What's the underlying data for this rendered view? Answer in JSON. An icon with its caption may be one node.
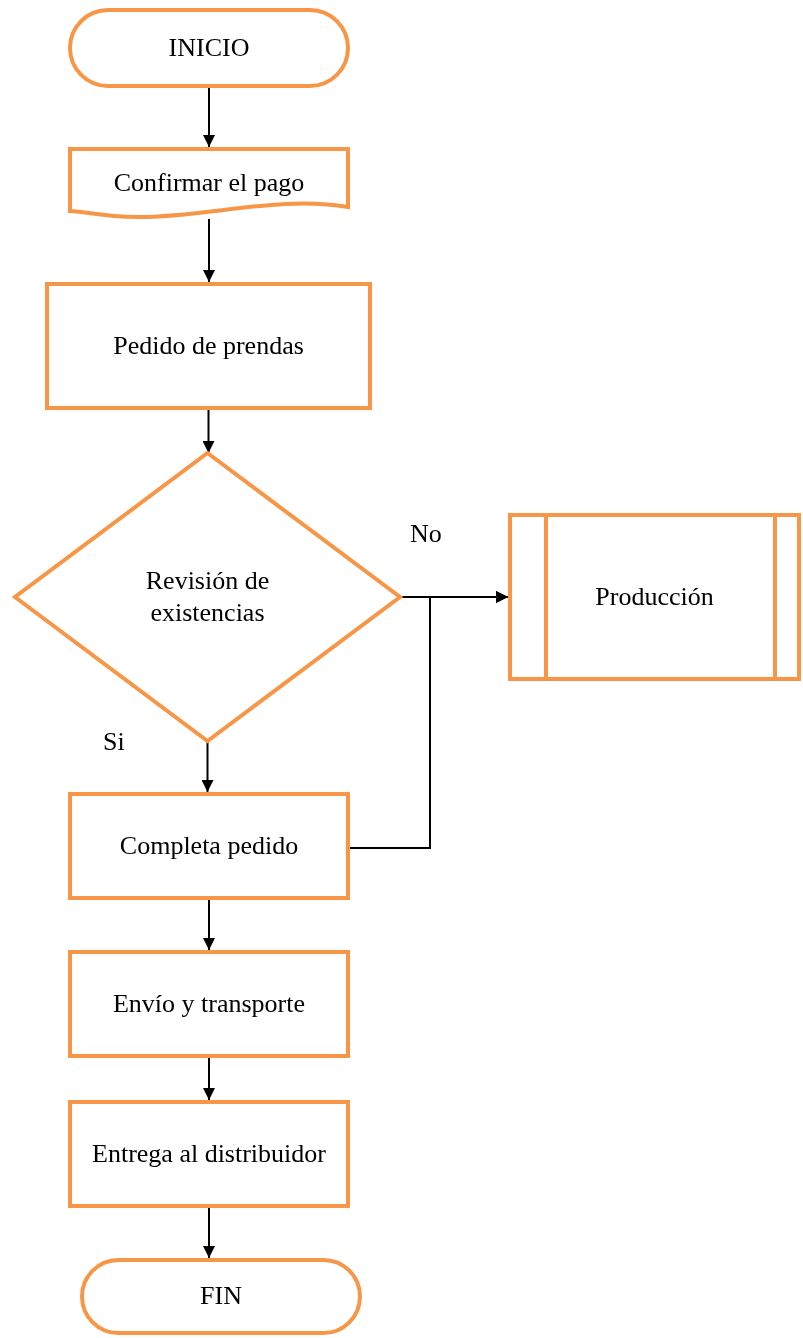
{
  "diagram": {
    "nodes": [
      {
        "text": [
          "INICIO"
        ]
      },
      {
        "text": [
          "Confirmar el pago"
        ]
      },
      {
        "text": [
          "Pedido de prendas"
        ]
      },
      {
        "text": [
          "Revisión de existencias"
        ]
      },
      {
        "text": [
          "Producción"
        ]
      },
      {
        "text": [
          "Completa pedido"
        ]
      },
      {
        "text": [
          "Envío y transporte"
        ]
      },
      {
        "text": [
          "Entrega al distribuidor"
        ]
      },
      {
        "text": [
          "FIN"
        ]
      }
    ],
    "edges": [
      {
        "from": 0,
        "to": 1,
        "arrow": "to"
      },
      {
        "from": 1,
        "to": 2,
        "arrow": "to"
      },
      {
        "from": 2,
        "to": 3,
        "arrow": "to"
      },
      {
        "from": 3,
        "to": 4,
        "label": "No",
        "arrow": "to"
      },
      {
        "from": 3,
        "to": 5,
        "label": "Si",
        "arrow": "to"
      },
      {
        "from": 5,
        "to": 4,
        "arrow": "to"
      },
      {
        "from": 5,
        "to": 6,
        "arrow": "to"
      },
      {
        "from": 6,
        "to": 7,
        "arrow": "to"
      },
      {
        "from": 7,
        "to": 8,
        "arrow": "to"
      }
    ]
  }
}
